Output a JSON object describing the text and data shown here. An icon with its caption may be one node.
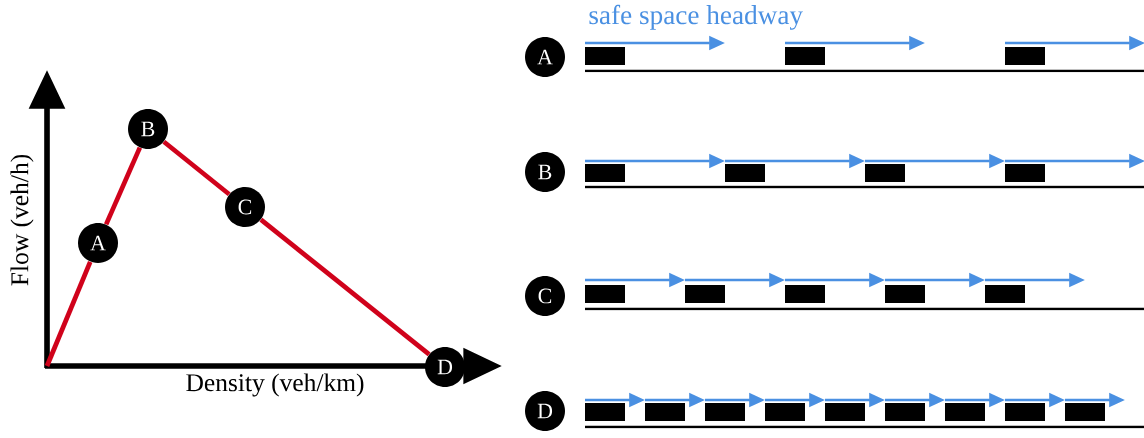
{
  "diagram": {
    "nodes": [
      {
        "text": [
          "A"
        ]
      },
      {
        "text": [
          "B"
        ]
      },
      {
        "text": [
          "C"
        ]
      },
      {
        "text": [
          "D"
        ]
      },
      {
        "text": [
          "A"
        ]
      },
      {
        "text": [
          "B"
        ]
      },
      {
        "text": [
          "C"
        ]
      },
      {
        "text": [
          "D"
        ]
      }
    ],
    "edges": [
      {
        "from": null,
        "to": 0,
        "arrow": "none"
      },
      {
        "from": 0,
        "to": 1,
        "arrow": "none"
      },
      {
        "from": 1,
        "to": 2,
        "arrow": "none"
      },
      {
        "from": 2,
        "to": 3,
        "arrow": "none"
      }
    ],
    "labels": [
      "safe space headway",
      "Flow (veh/h)",
      "Density (veh/km)"
    ]
  }
}
